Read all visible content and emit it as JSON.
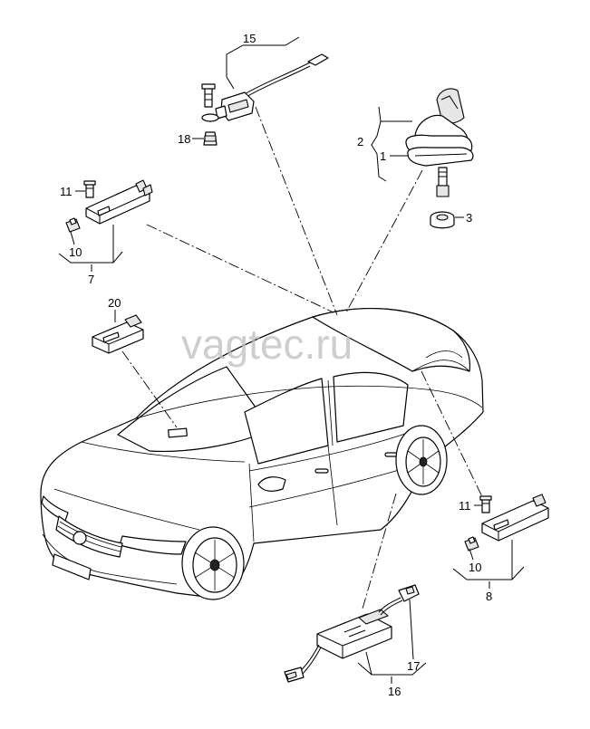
{
  "watermark": "vagtec.ru",
  "callouts": {
    "c15": "15",
    "c18": "18",
    "c2": "2",
    "c1": "1",
    "c3": "3",
    "c11a": "11",
    "c10a": "10",
    "c7": "7",
    "c20": "20",
    "c11b": "11",
    "c10b": "10",
    "c8": "8",
    "c17": "17",
    "c16": "16"
  }
}
